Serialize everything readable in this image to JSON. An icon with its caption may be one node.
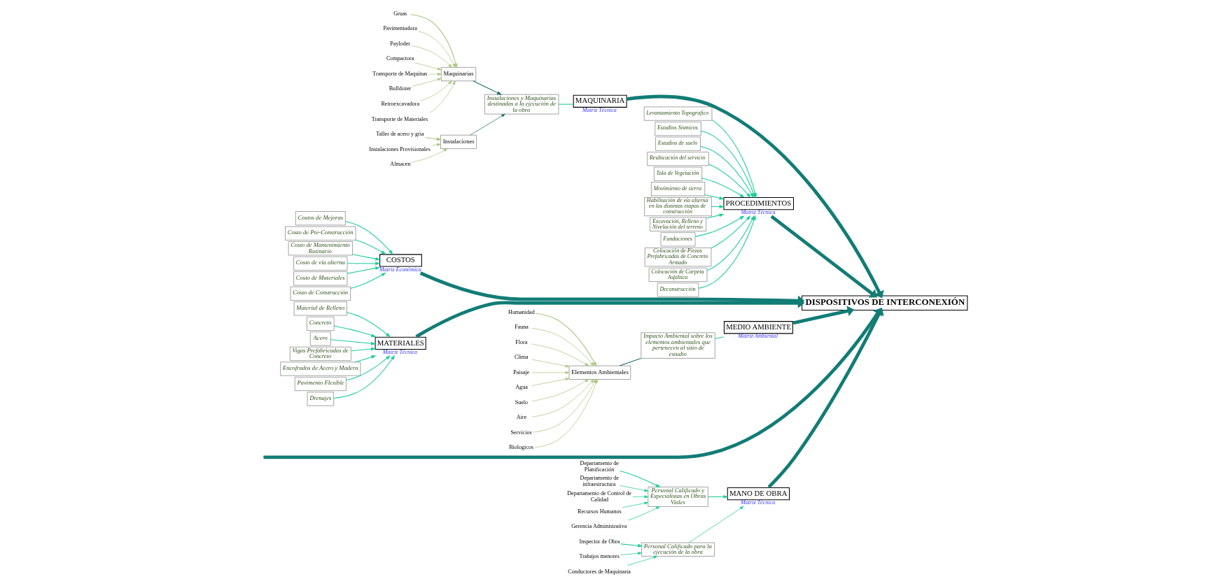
{
  "diagram": {
    "nodes": [
      {
        "text": [
          "MANO DE OBRA"
        ],
        "beside": [
          "Matriz Técnica"
        ]
      },
      {
        "text": [
          "Personal Calificado y Especialistas en Obras Viales"
        ]
      },
      {
        "text": [
          "Departamento de Planificación"
        ]
      },
      {
        "text": [
          "Departamento de infraestructura"
        ]
      },
      {
        "text": [
          "Departamento de Control de Calidad"
        ]
      },
      {
        "text": [
          "Recursos Humanos"
        ]
      },
      {
        "text": [
          "Gerencia Administrativa"
        ]
      },
      {
        "text": [
          "Personal Calificado para la ejecución de la obra"
        ]
      },
      {
        "text": [
          "Inspector de Obra"
        ]
      },
      {
        "text": [
          "Trabajos menores"
        ]
      },
      {
        "text": [
          "Conductores de Maquinaria"
        ]
      },
      {
        "text": [
          "MAQUINARIA"
        ],
        "beside": [
          "Matriz Técnica"
        ]
      },
      {
        "text": [
          "Instalaciones y Maquinarias destinadas a la ejecución de la obra"
        ]
      },
      {
        "text": [
          "Maquinarias"
        ]
      },
      {
        "text": [
          "Gruas"
        ]
      },
      {
        "text": [
          "Pavimentadora"
        ]
      },
      {
        "text": [
          "Payloder"
        ]
      },
      {
        "text": [
          "Compactora"
        ]
      },
      {
        "text": [
          "Transporte de Maquinas"
        ]
      },
      {
        "text": [
          "Bulldozer"
        ]
      },
      {
        "text": [
          "Retroexcavadora"
        ]
      },
      {
        "text": [
          "Transporte de Materiales"
        ]
      },
      {
        "text": [
          "Instalaciones"
        ]
      },
      {
        "text": [
          "Taller de acero y gria"
        ]
      },
      {
        "text": [
          "Instalaciones Provisionales"
        ]
      },
      {
        "text": [
          "Almacen"
        ]
      },
      {
        "text": [
          "PROCEDIMIENTOS"
        ],
        "beside": [
          "Matriz Técnica"
        ]
      },
      {
        "text": [
          "Levantamiento Topografico"
        ]
      },
      {
        "text": [
          "Estudios Sismicos"
        ]
      },
      {
        "text": [
          "Estudios de suelo"
        ]
      },
      {
        "text": [
          "Reubicación del servicio"
        ]
      },
      {
        "text": [
          "Tala de Vegetación"
        ]
      },
      {
        "text": [
          "Movimiento de tierra"
        ]
      },
      {
        "text": [
          "Habilitación de vía alterna en las distintas etapas de construcción"
        ]
      },
      {
        "text": [
          "Excavación, Relleno y Nivelación del terreno"
        ]
      },
      {
        "text": [
          "Fundaciones"
        ]
      },
      {
        "text": [
          "Colocación de Piezas Prefabricadas de Concreto Armado"
        ]
      },
      {
        "text": [
          "Colocación de Carpeta Asfaltica"
        ]
      },
      {
        "text": [
          "Deconstrucción"
        ]
      },
      {
        "text": [
          "COSTOS"
        ],
        "beside": [
          "Matriz Económica"
        ]
      },
      {
        "text": [
          "Costos de Mejoras"
        ]
      },
      {
        "text": [
          "Costo de Pre-Construcción"
        ]
      },
      {
        "text": [
          "Costo de Mantenimiento Rutinario"
        ]
      },
      {
        "text": [
          "Costo de vía alterna"
        ]
      },
      {
        "text": [
          "Costo de Materiales"
        ]
      },
      {
        "text": [
          "Costo de Construcción"
        ]
      },
      {
        "text": [
          "MATERIALES"
        ],
        "beside": [
          "Matriz Técnica"
        ]
      },
      {
        "text": [
          "Material de Relleno"
        ]
      },
      {
        "text": [
          "Concreto"
        ]
      },
      {
        "text": [
          "Acero"
        ]
      },
      {
        "text": [
          "Vigas Prefabricadas de Concreto"
        ]
      },
      {
        "text": [
          "Encofrados de Acero y Madera"
        ]
      },
      {
        "text": [
          "Pavimento Flexible"
        ]
      },
      {
        "text": [
          "Drenajes"
        ]
      },
      {
        "text": [
          "MEDIO AMBIENTE"
        ],
        "beside": [
          "Matriz Ambiental"
        ]
      },
      {
        "text": [
          "Impacto Ambiental sobre los elementos ambientales que pertenecen al sitio de estudio"
        ]
      },
      {
        "text": [
          "Elementos Ambientales"
        ]
      },
      {
        "text": [
          "Humanidad"
        ]
      },
      {
        "text": [
          "Fauna"
        ]
      },
      {
        "text": [
          "Flora"
        ]
      },
      {
        "text": [
          "Clima"
        ]
      },
      {
        "text": [
          "Paisaje"
        ]
      },
      {
        "text": [
          "Agua"
        ]
      },
      {
        "text": [
          "Suelo"
        ]
      },
      {
        "text": [
          "Aire"
        ]
      },
      {
        "text": [
          "Servicios"
        ]
      },
      {
        "text": [
          "Biologicos"
        ]
      },
      {
        "text": [
          "DISPOSITIVOS DE INTERCONEXIÓN"
        ]
      }
    ],
    "edges": [
      {
        "from": null,
        "to": 67,
        "arrow": "to",
        "style": "thick",
        "color": "#127c76"
      },
      {
        "from": 0,
        "to": 67,
        "arrow": "to",
        "style": "thick",
        "color": "#127c76"
      },
      {
        "from": 1,
        "to": 0,
        "arrow": "to"
      },
      {
        "from": 2,
        "to": 1,
        "arrow": "to"
      },
      {
        "from": 3,
        "to": 1,
        "arrow": "to"
      },
      {
        "from": 4,
        "to": 1,
        "arrow": "to"
      },
      {
        "from": 5,
        "to": 1,
        "arrow": "to"
      },
      {
        "from": 6,
        "to": 1,
        "arrow": "to"
      },
      {
        "from": 7,
        "to": 0,
        "arrow": "to"
      },
      {
        "from": 8,
        "to": 7,
        "arrow": "to"
      },
      {
        "from": 9,
        "to": 7,
        "arrow": "to"
      },
      {
        "from": 10,
        "to": 7,
        "arrow": "to"
      },
      {
        "from": 11,
        "to": 67,
        "arrow": "to",
        "style": "thick",
        "color": "#127c76"
      },
      {
        "from": 12,
        "to": 11,
        "arrow": "none"
      },
      {
        "from": 13,
        "to": 12,
        "arrow": "to",
        "color": "#1d6b6b"
      },
      {
        "from": 14,
        "to": 13,
        "arrow": "to",
        "color": "#a9c77f"
      },
      {
        "from": 15,
        "to": 13,
        "arrow": "to",
        "color": "#a9c77f"
      },
      {
        "from": 16,
        "to": 13,
        "arrow": "to",
        "color": "#a9c77f"
      },
      {
        "from": 17,
        "to": 13,
        "arrow": "to",
        "color": "#a9c77f"
      },
      {
        "from": 18,
        "to": 13,
        "arrow": "to",
        "color": "#a9c77f"
      },
      {
        "from": 19,
        "to": 13,
        "arrow": "to",
        "color": "#a9c77f"
      },
      {
        "from": 20,
        "to": 13,
        "arrow": "to",
        "color": "#a9c77f"
      },
      {
        "from": 21,
        "to": 13,
        "arrow": "to",
        "color": "#a9c77f"
      },
      {
        "from": 22,
        "to": 12,
        "arrow": "to",
        "color": "#1d6b6b"
      },
      {
        "from": 23,
        "to": 22,
        "arrow": "to",
        "color": "#a9c77f"
      },
      {
        "from": 24,
        "to": 22,
        "arrow": "to",
        "color": "#a9c77f"
      },
      {
        "from": 25,
        "to": 22,
        "arrow": "to",
        "color": "#a9c77f"
      },
      {
        "from": 26,
        "to": 67,
        "arrow": "to",
        "style": "thick",
        "color": "#127c76"
      },
      {
        "from": 27,
        "to": 26,
        "arrow": "to"
      },
      {
        "from": 28,
        "to": 26,
        "arrow": "to"
      },
      {
        "from": 29,
        "to": 26,
        "arrow": "to"
      },
      {
        "from": 30,
        "to": 26,
        "arrow": "to"
      },
      {
        "from": 31,
        "to": 26,
        "arrow": "to"
      },
      {
        "from": 32,
        "to": 26,
        "arrow": "to"
      },
      {
        "from": 33,
        "to": 26,
        "arrow": "to"
      },
      {
        "from": 34,
        "to": 26,
        "arrow": "to"
      },
      {
        "from": 35,
        "to": 26,
        "arrow": "to"
      },
      {
        "from": 36,
        "to": 26,
        "arrow": "to"
      },
      {
        "from": 37,
        "to": 26,
        "arrow": "to"
      },
      {
        "from": 38,
        "to": 26,
        "arrow": "to"
      },
      {
        "from": 39,
        "to": 67,
        "arrow": "to",
        "style": "thick",
        "color": "#127c76"
      },
      {
        "from": 40,
        "to": 39,
        "arrow": "to"
      },
      {
        "from": 41,
        "to": 39,
        "arrow": "to"
      },
      {
        "from": 42,
        "to": 39,
        "arrow": "to"
      },
      {
        "from": 43,
        "to": 39,
        "arrow": "to"
      },
      {
        "from": 44,
        "to": 39,
        "arrow": "to"
      },
      {
        "from": 45,
        "to": 39,
        "arrow": "to"
      },
      {
        "from": 46,
        "to": 67,
        "arrow": "to",
        "style": "thick",
        "color": "#127c76"
      },
      {
        "from": 47,
        "to": 46,
        "arrow": "to"
      },
      {
        "from": 48,
        "to": 46,
        "arrow": "to"
      },
      {
        "from": 49,
        "to": 46,
        "arrow": "to"
      },
      {
        "from": 50,
        "to": 46,
        "arrow": "to"
      },
      {
        "from": 51,
        "to": 46,
        "arrow": "to"
      },
      {
        "from": 52,
        "to": 46,
        "arrow": "to"
      },
      {
        "from": 53,
        "to": 46,
        "arrow": "to"
      },
      {
        "from": 54,
        "to": 67,
        "arrow": "to",
        "style": "thick",
        "color": "#127c76"
      },
      {
        "from": 55,
        "to": 54,
        "arrow": "none"
      },
      {
        "from": 56,
        "to": 55,
        "arrow": "none",
        "color": "#1d6b6b"
      },
      {
        "from": 57,
        "to": 56,
        "arrow": "to",
        "color": "#a9c77f"
      },
      {
        "from": 58,
        "to": 56,
        "arrow": "to",
        "color": "#a9c77f"
      },
      {
        "from": 59,
        "to": 56,
        "arrow": "to",
        "color": "#a9c77f"
      },
      {
        "from": 60,
        "to": 56,
        "arrow": "to",
        "color": "#a9c77f"
      },
      {
        "from": 61,
        "to": 56,
        "arrow": "to",
        "color": "#a9c77f"
      },
      {
        "from": 62,
        "to": 56,
        "arrow": "to",
        "color": "#a9c77f"
      },
      {
        "from": 63,
        "to": 56,
        "arrow": "to",
        "color": "#a9c77f"
      },
      {
        "from": 64,
        "to": 56,
        "arrow": "to",
        "color": "#a9c77f"
      },
      {
        "from": 65,
        "to": 56,
        "arrow": "to",
        "color": "#a9c77f"
      },
      {
        "from": 66,
        "to": 56,
        "arrow": "to",
        "color": "#a9c77f"
      }
    ]
  }
}
